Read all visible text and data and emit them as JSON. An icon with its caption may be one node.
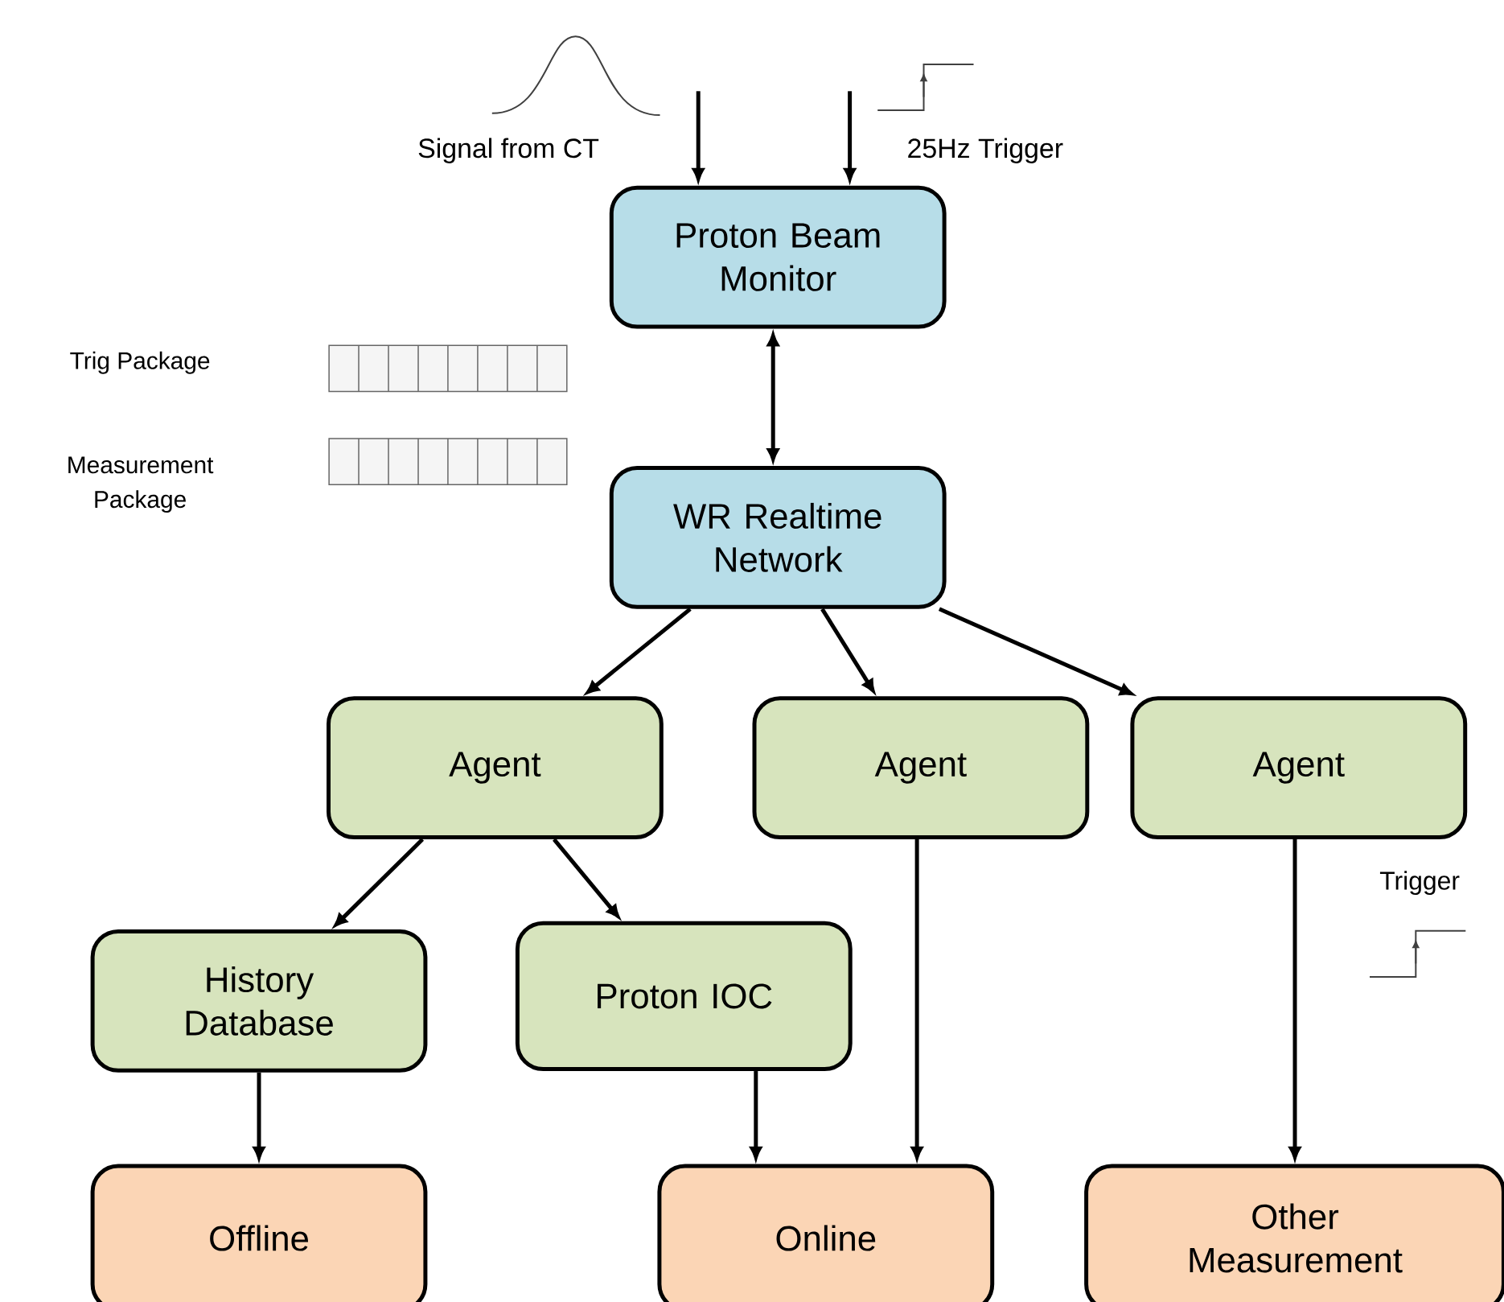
{
  "diagram": {
    "nodes": [
      {
        "text": [
          "Proton Beam Monitor"
        ]
      },
      {
        "text": [
          "WR Realtime Network"
        ]
      },
      {
        "text": [
          "Agent"
        ]
      },
      {
        "text": [
          "Agent"
        ]
      },
      {
        "text": [
          "Agent"
        ]
      },
      {
        "text": [
          "History Database"
        ]
      },
      {
        "text": [
          "Proton IOC"
        ]
      },
      {
        "text": [
          "Offline"
        ]
      },
      {
        "text": [
          "Online"
        ]
      },
      {
        "text": [
          "Other Measurement"
        ]
      }
    ],
    "edges": [
      {
        "from": null,
        "to": 0,
        "arrow": "to"
      },
      {
        "from": null,
        "to": 0,
        "arrow": "to"
      },
      {
        "from": 0,
        "to": 1,
        "arrow": "both"
      },
      {
        "from": 1,
        "to": 2,
        "arrow": "to"
      },
      {
        "from": 1,
        "to": 3,
        "arrow": "to"
      },
      {
        "from": 1,
        "to": 4,
        "arrow": "to"
      },
      {
        "from": 2,
        "to": 5,
        "arrow": "to"
      },
      {
        "from": 2,
        "to": 6,
        "arrow": "to"
      },
      {
        "from": 5,
        "to": 7,
        "arrow": "to"
      },
      {
        "from": 6,
        "to": 8,
        "arrow": "to"
      },
      {
        "from": 3,
        "to": 8,
        "arrow": "to"
      },
      {
        "from": 4,
        "to": 9,
        "arrow": "to"
      }
    ],
    "labels": [
      "Signal from CT",
      "25Hz Trigger",
      "Trig Package",
      "Measurement Package",
      "Trigger"
    ]
  }
}
